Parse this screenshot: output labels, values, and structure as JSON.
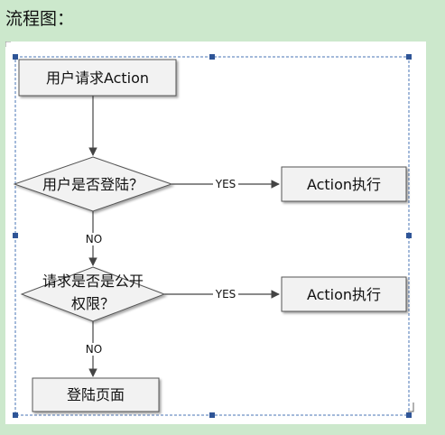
{
  "caption": "流程图：",
  "nodes": {
    "start": "用户请求Action",
    "decision1": "用户是否登陆？",
    "exec1": "Action执行",
    "decision2_line1": "请求是否是公开",
    "decision2_line2": "权限？",
    "exec2": "Action执行",
    "login": "登陆页面"
  },
  "edges": {
    "d1_yes": "YES",
    "d1_no": "NO",
    "d2_yes": "YES",
    "d2_no": "NO"
  },
  "colors": {
    "page_background": "#cce8cc",
    "canvas_background": "#ffffff",
    "node_fill": "#f2f2f2",
    "node_stroke": "#555555",
    "selection_border": "#4a74b5",
    "handle": "#2f5597"
  }
}
